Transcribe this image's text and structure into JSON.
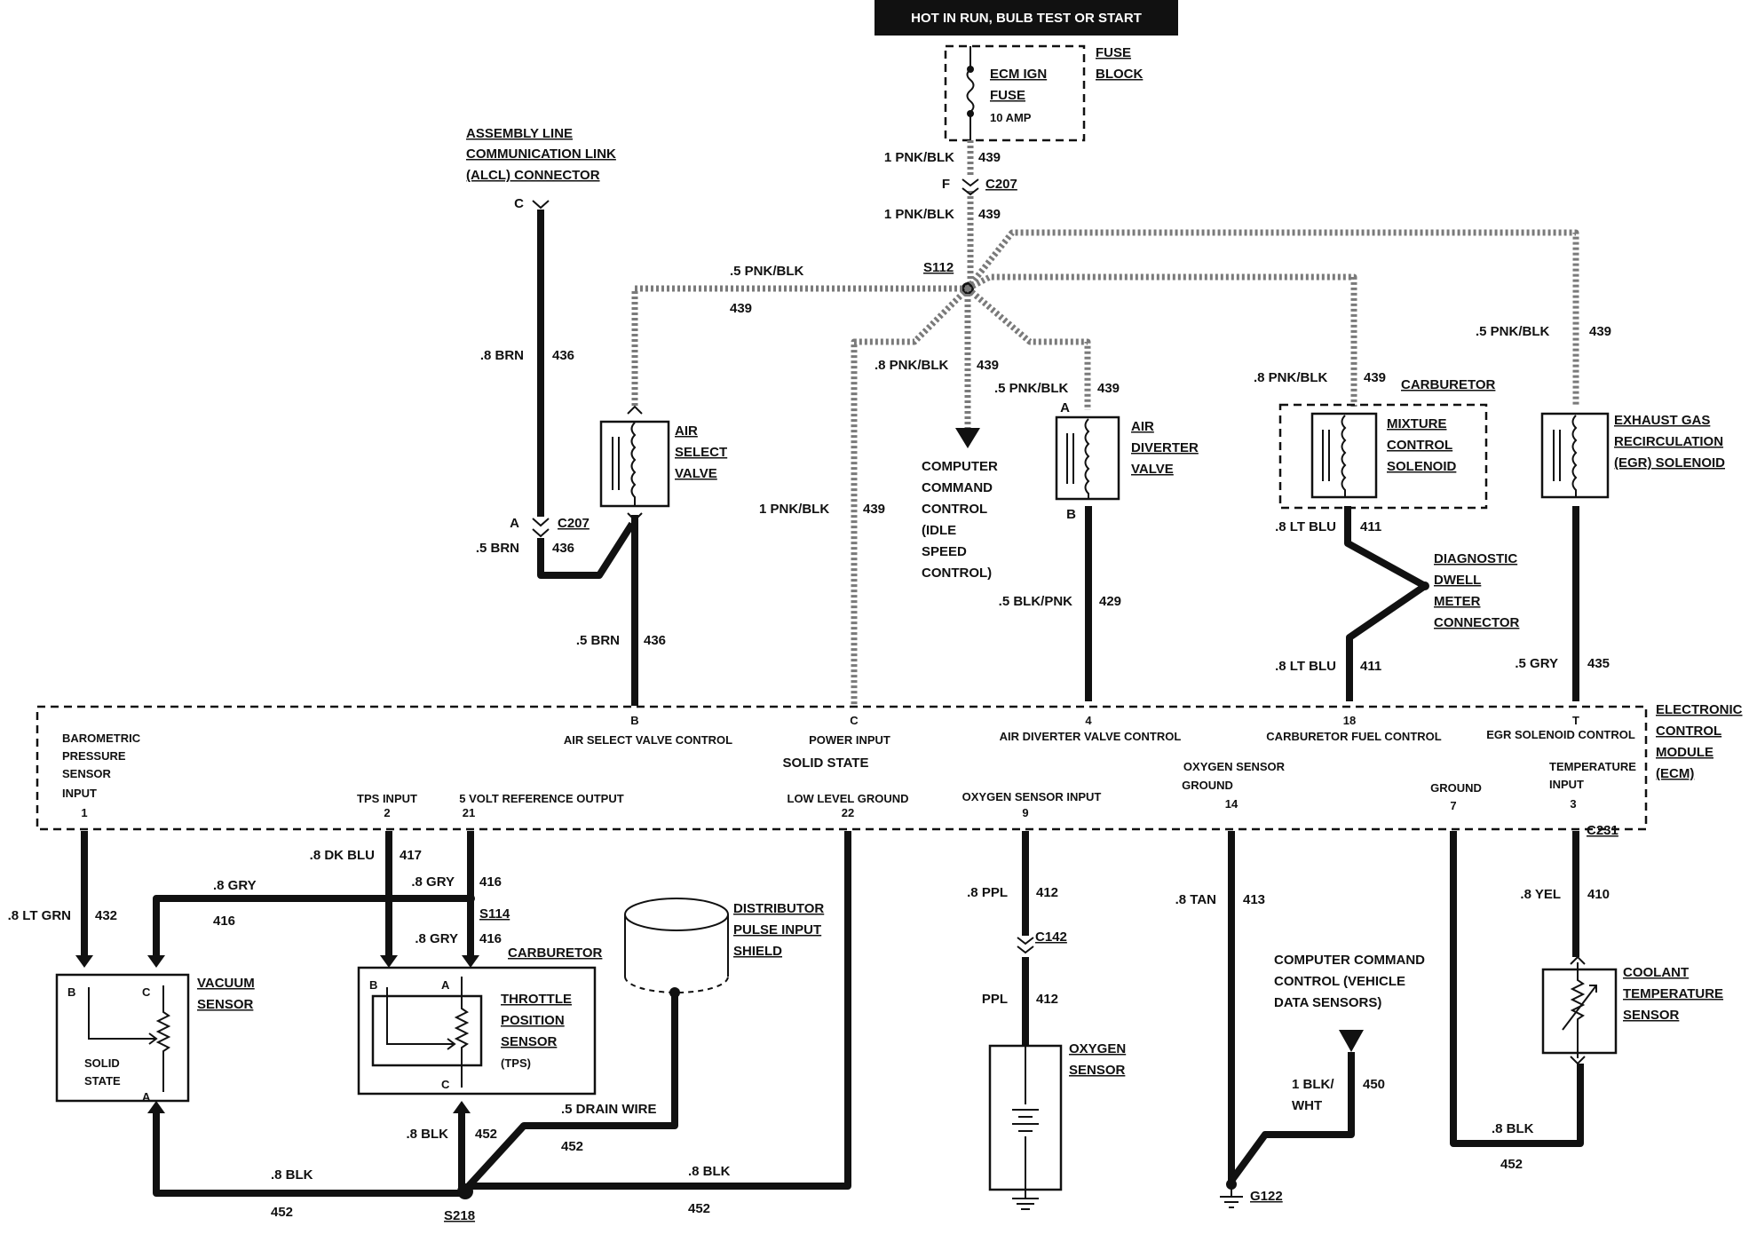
{
  "header": {
    "banner": "HOT IN RUN,   BULB TEST OR START"
  },
  "fuse": {
    "block": [
      "FUSE",
      "BLOCK"
    ],
    "name": [
      "ECM IGN",
      "FUSE"
    ],
    "rating": "10 AMP"
  },
  "wires": {
    "w439_top": [
      "1 PNK/BLK",
      "439"
    ],
    "c207_top": [
      "F",
      "C207"
    ],
    "w439_mid": [
      "1 PNK/BLK",
      "439"
    ],
    "s112": "S112",
    "w439_left": [
      ".5 PNK/BLK",
      "439"
    ],
    "w439_cmd": [
      ".8 PNK/BLK",
      "439"
    ],
    "w439_air_div": [
      ".5 PNK/BLK",
      "439"
    ],
    "w439_carb": [
      ".8 PNK/BLK",
      "439"
    ],
    "w439_egr": [
      ".5 PNK/BLK",
      "439"
    ],
    "w439_power": [
      "1 PNK/BLK",
      "439"
    ],
    "w436_top": [
      ".8 BRN",
      "436"
    ],
    "c207_left": [
      "A",
      "C207"
    ],
    "w436_mid": [
      ".5 BRN",
      "436"
    ],
    "w436_bot": [
      ".5 BRN",
      "436"
    ],
    "w429": [
      ".5 BLK/PNK",
      "429"
    ],
    "w411_top": [
      ".8 LT BLU",
      "411"
    ],
    "w411_bot": [
      ".8 LT BLU",
      "411"
    ],
    "w435": [
      ".5 GRY",
      "435"
    ],
    "w432": [
      ".8 LT GRN",
      "432"
    ],
    "w417": [
      ".8 DK BLU",
      "417"
    ],
    "w416_a": [
      ".8 GRY",
      "416"
    ],
    "w416_b": [
      ".8 GRY",
      "416"
    ],
    "s114": "S114",
    "w416_c": [
      ".8 GRY",
      "416"
    ],
    "w412_a": [
      ".8 PPL",
      "412"
    ],
    "c142": "C142",
    "w412_b": [
      "PPL",
      "412"
    ],
    "w413": [
      ".8 TAN",
      "413"
    ],
    "w410": [
      ".8 YEL",
      "410"
    ],
    "c231": "C231",
    "w450": [
      "1 BLK/",
      "WHT",
      "450"
    ],
    "w452_vac": [
      ".8 BLK",
      "452"
    ],
    "w452_tps": [
      ".8 BLK",
      "452"
    ],
    "w452_drain": [
      ".5 DRAIN WIRE",
      "452"
    ],
    "w452_right": [
      ".8 BLK",
      "452"
    ],
    "w452_gnd": [
      ".8 BLK",
      "452"
    ],
    "s218": "S218",
    "g122": "G122"
  },
  "components": {
    "alcl": {
      "label": [
        "ASSEMBLY LINE",
        "COMMUNICATION LINK",
        "(ALCL) CONNECTOR"
      ],
      "pin": "C"
    },
    "air_select": [
      "AIR",
      "SELECT",
      "VALVE"
    ],
    "cmd_idle": [
      "COMPUTER",
      "COMMAND",
      "CONTROL",
      "(IDLE",
      "SPEED",
      "CONTROL)"
    ],
    "air_diverter": {
      "label": [
        "AIR",
        "DIVERTER",
        "VALVE"
      ],
      "pins": [
        "A",
        "B"
      ]
    },
    "carburetor_top": "CARBURETOR",
    "mixture": [
      "MIXTURE",
      "CONTROL",
      "SOLENOID"
    ],
    "egr": [
      "EXHAUST GAS",
      "RECIRCULATION",
      "(EGR) SOLENOID"
    ],
    "dwell": [
      "DIAGNOSTIC",
      "DWELL",
      "METER",
      "CONNECTOR"
    ],
    "ecm_label": [
      "ELECTRONIC",
      "CONTROL",
      "MODULE",
      "(ECM)"
    ],
    "vacuum": {
      "label": [
        "VACUUM",
        "SENSOR"
      ],
      "pins": [
        "B",
        "C",
        "A"
      ],
      "inner": [
        "SOLID",
        "STATE"
      ]
    },
    "tps": {
      "label": [
        "THROTTLE",
        "POSITION",
        "SENSOR"
      ],
      "pins": [
        "B",
        "A",
        "C"
      ],
      "sub": "(TPS)",
      "carb": "CARBURETOR"
    },
    "distributor": [
      "DISTRIBUTOR",
      "PULSE INPUT",
      "SHIELD"
    ],
    "oxygen": [
      "OXYGEN",
      "SENSOR"
    ],
    "cmd_vehicle": [
      "COMPUTER COMMAND",
      "CONTROL (VEHICLE",
      "DATA SENSORS)"
    ],
    "coolant": [
      "COOLANT",
      "TEMPERATURE",
      "SENSOR"
    ]
  },
  "ecm": {
    "solid_state": "SOLID STATE",
    "top_pins": [
      {
        "pin": "B",
        "label": "AIR SELECT VALVE CONTROL"
      },
      {
        "pin": "C",
        "label": "POWER INPUT"
      },
      {
        "pin": "4",
        "label": "AIR DIVERTER VALVE CONTROL"
      },
      {
        "pin": "18",
        "label": "CARBURETOR FUEL CONTROL"
      },
      {
        "pin": "T",
        "label": "EGR SOLENOID CONTROL"
      }
    ],
    "bottom_pins": [
      {
        "pin": "1",
        "label": [
          "BAROMETRIC",
          "PRESSURE",
          "SENSOR",
          "INPUT"
        ]
      },
      {
        "pin": "2",
        "label": [
          "TPS INPUT"
        ]
      },
      {
        "pin": "21",
        "label": [
          "5 VOLT REFERENCE OUTPUT"
        ]
      },
      {
        "pin": "22",
        "label": [
          "LOW LEVEL GROUND"
        ]
      },
      {
        "pin": "9",
        "label": [
          "OXYGEN SENSOR INPUT"
        ]
      },
      {
        "pin": "14",
        "label": [
          "OXYGEN SENSOR",
          "GROUND"
        ]
      },
      {
        "pin": "7",
        "label": [
          "GROUND"
        ]
      },
      {
        "pin": "3",
        "label": [
          "TEMPERATURE",
          "INPUT"
        ]
      }
    ]
  }
}
